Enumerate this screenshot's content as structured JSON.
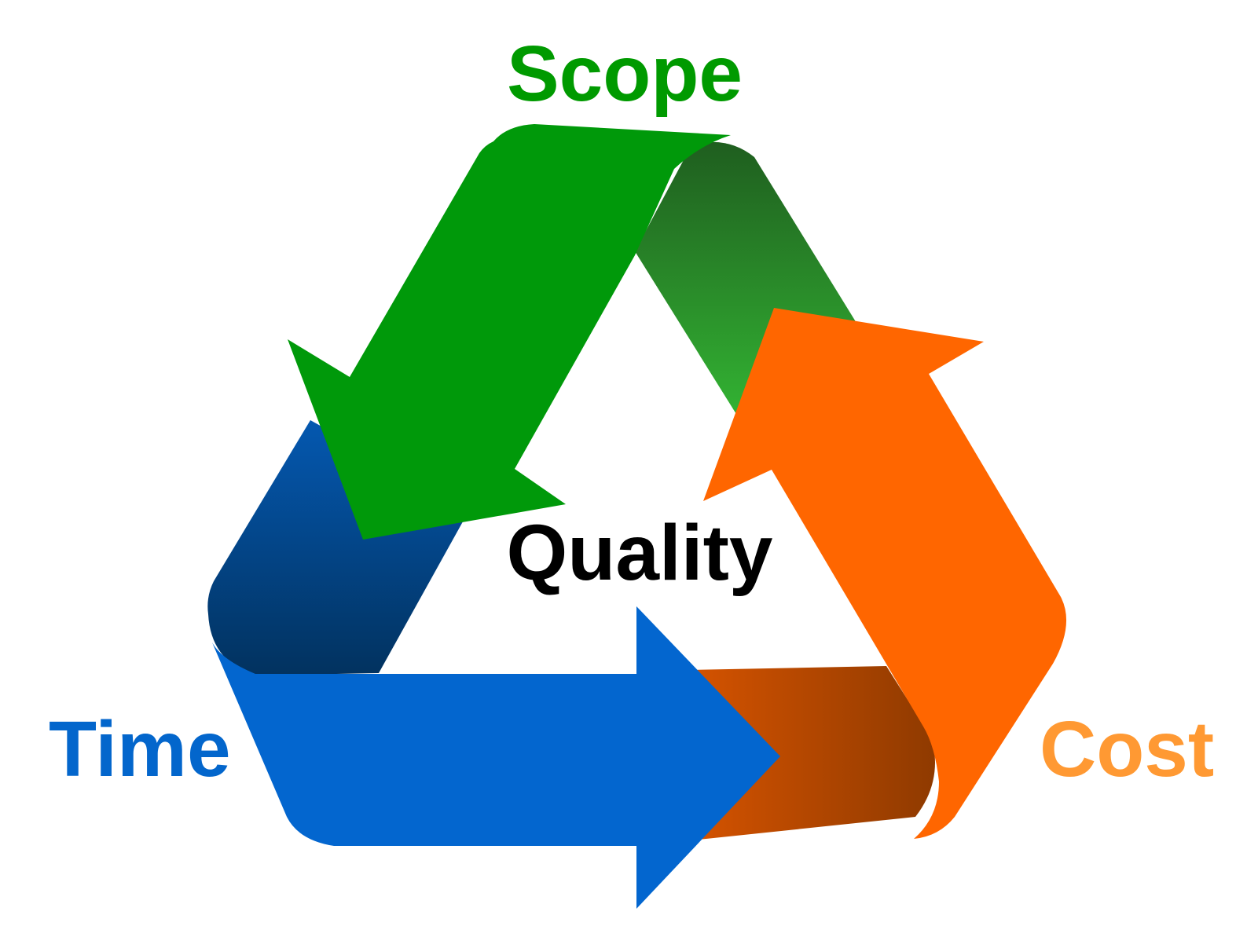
{
  "labels": {
    "top": "Scope",
    "left": "Time",
    "right": "Cost",
    "center": "Quality"
  },
  "colors": {
    "scope": "#00990a",
    "scope_fold_dark": "#1f5e1f",
    "scope_fold_light": "#33b533",
    "time": "#0366cf",
    "time_fold_dark": "#02325f",
    "time_fold_light": "#0458b0",
    "cost": "#ff6600",
    "cost_fold_dark": "#8f3a00",
    "cost_fold_light": "#d55300",
    "scope_text": "#009a00",
    "time_text": "#0366cc",
    "cost_text": "#ff9933",
    "center_text": "#000000"
  },
  "icons": [
    "recycle-triangle-arrows"
  ]
}
